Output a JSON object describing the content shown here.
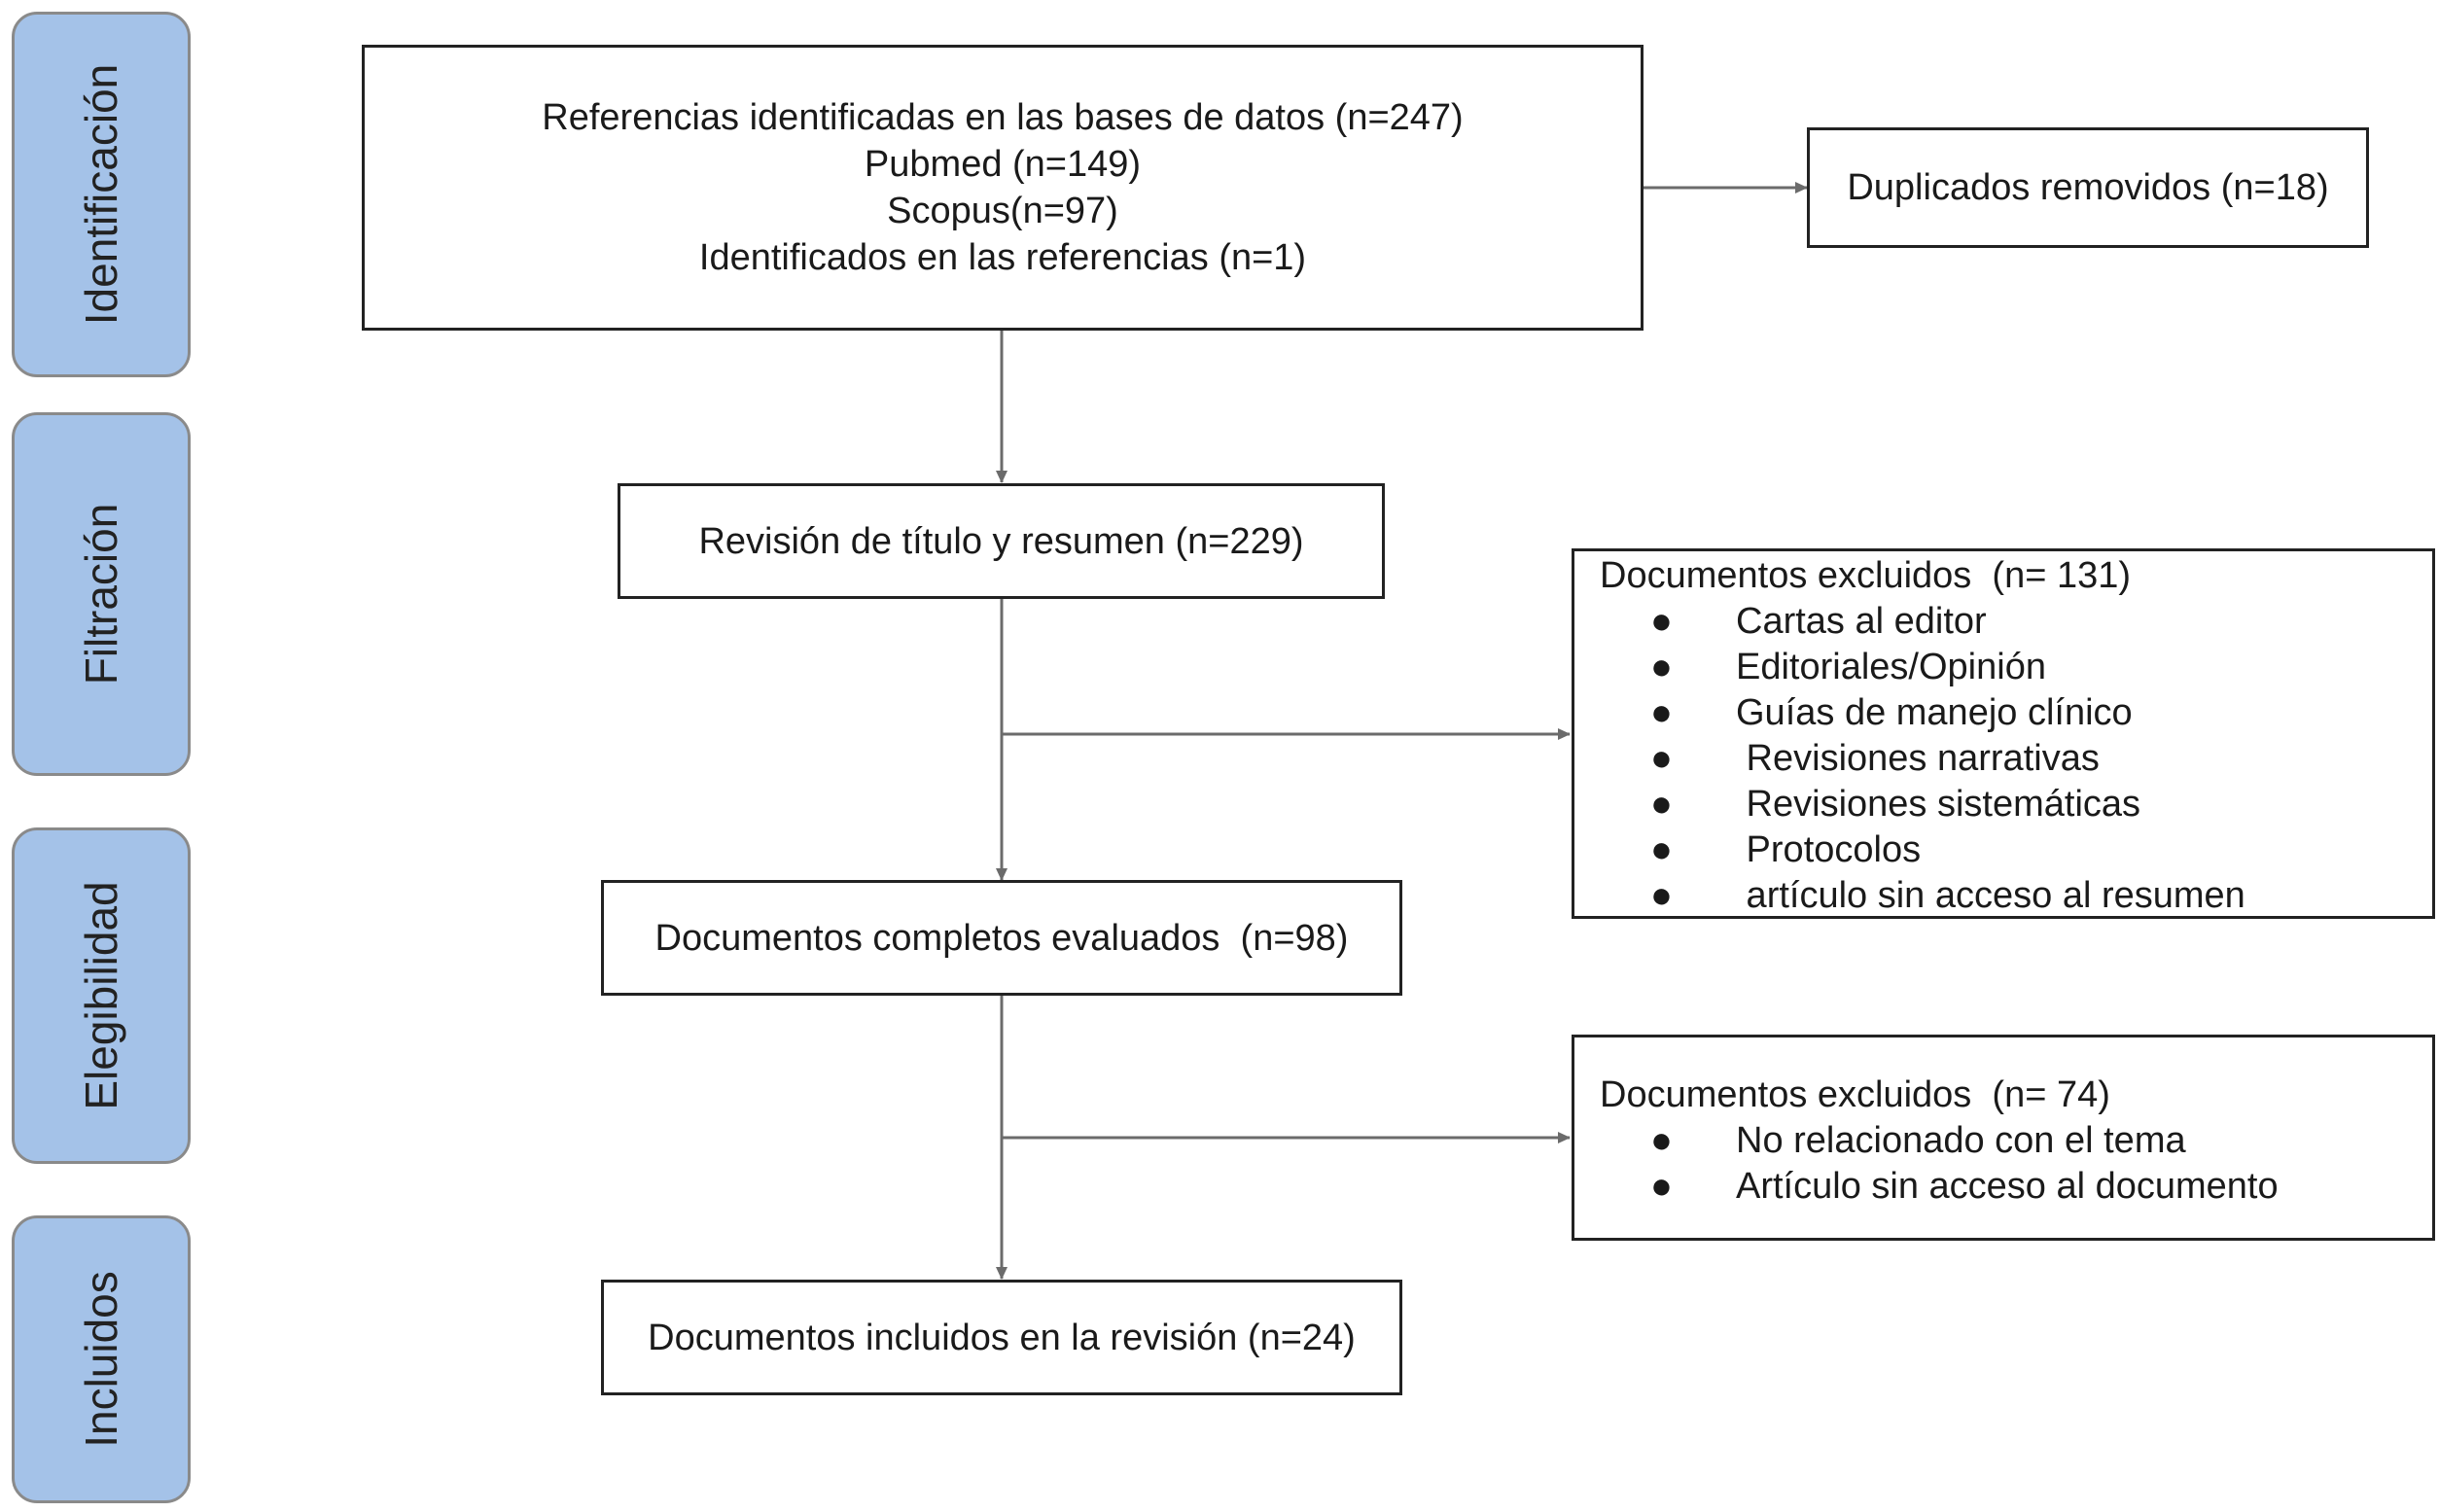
{
  "stages": [
    {
      "id": "identificacion",
      "label": "Identificación"
    },
    {
      "id": "filtracion",
      "label": "Filtración"
    },
    {
      "id": "elegibilidad",
      "label": "Elegibilidad"
    },
    {
      "id": "incluidos",
      "label": "Incluidos"
    }
  ],
  "boxes": {
    "identified": {
      "lines": [
        "Referencias identificadas en las bases de datos (n=247)",
        "Pubmed (n=149)",
        "Scopus(n=97)",
        "Identificados en las referencias (n=1)"
      ]
    },
    "duplicates": {
      "text": "Duplicados removidos (n=18)"
    },
    "screening": {
      "text": "Revisión de título y resumen (n=229)"
    },
    "excluded_screening": {
      "title": "Documentos excluidos  (n= 131)",
      "items": [
        "Cartas al editor",
        "Editoriales/Opinión",
        "Guías de manejo clínico",
        " Revisiones narrativas",
        " Revisiones sistemáticas",
        " Protocolos",
        " artículo sin acceso al resumen"
      ]
    },
    "fulltext": {
      "text": "Documentos completos evaluados  (n=98)"
    },
    "excluded_fulltext": {
      "title": "Documentos excluidos  (n= 74)",
      "items": [
        "No relacionado con el tema",
        "Artículo sin acceso al documento"
      ]
    },
    "included": {
      "text": "Documentos incluidos en la revisión (n=24)"
    }
  },
  "bullet_glyph": "●",
  "colors": {
    "stage_fill": "#a4c2e8",
    "stage_border": "#8a8a8a",
    "line": "#6b6b6b",
    "box_border": "#222222"
  }
}
